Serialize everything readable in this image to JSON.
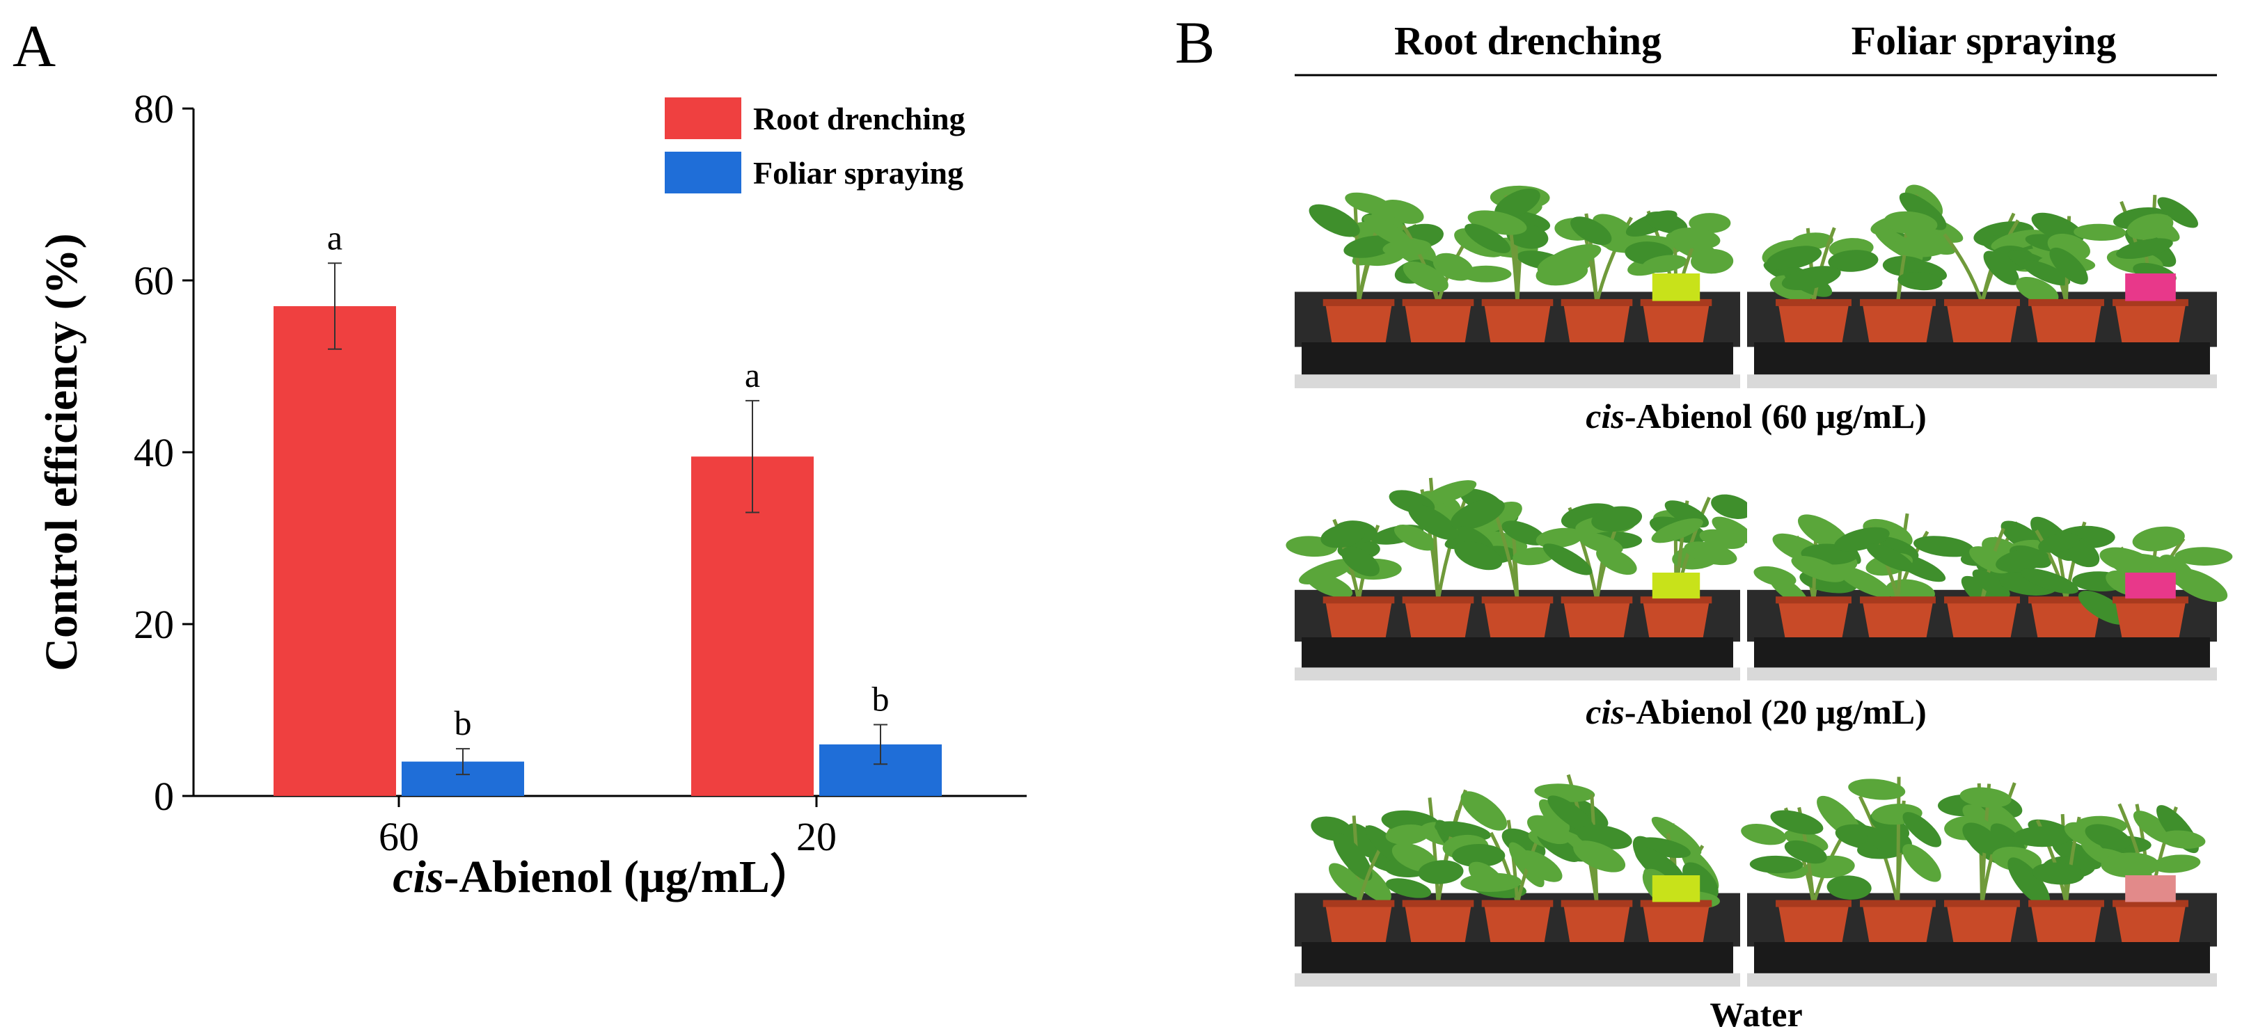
{
  "panels": {
    "a": "A",
    "b": "B"
  },
  "chart_data": {
    "type": "bar",
    "categories": [
      "60",
      "20"
    ],
    "series": [
      {
        "name": "Root drenching",
        "values": [
          57,
          39.5
        ],
        "errors": [
          5,
          6.5
        ],
        "labels": [
          "a",
          "a"
        ],
        "color": "#ef4040"
      },
      {
        "name": "Foliar spraying",
        "values": [
          4,
          6
        ],
        "errors": [
          1.5,
          2.3
        ],
        "labels": [
          "b",
          "b"
        ],
        "color": "#1f6ed8"
      }
    ],
    "ylabel": "Control efficiency (%)",
    "xlabel_italic": "cis",
    "xlabel_rest": "-Abienol (μg/mL）",
    "ylim": [
      0,
      80
    ],
    "yticks": [
      0,
      20,
      40,
      60,
      80
    ],
    "legend": "top-right",
    "grid": false
  },
  "photos": {
    "columns": [
      "Root drenching",
      "Foliar spraying"
    ],
    "rows": [
      {
        "caption_italic": "cis",
        "caption_rest": "-Abienol (60 μg/mL)",
        "tag_color": "#e8388a"
      },
      {
        "caption_italic": "cis",
        "caption_rest": "-Abienol (20 μg/mL)",
        "tag_color": "#e8388a"
      },
      {
        "caption_italic": "",
        "caption_rest": "Water",
        "tag_color": "#e28a8a"
      }
    ],
    "left_tag_color": "#c8e21a"
  }
}
